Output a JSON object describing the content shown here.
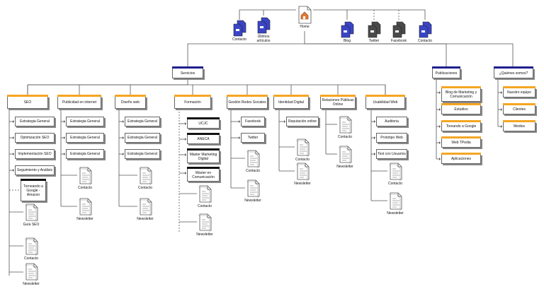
{
  "colors": {
    "orange": "#f5a623",
    "blue": "#1f1f8f",
    "black": "#111111",
    "pageBlue": "#3a45c6",
    "pageGray": "#4a4a4a",
    "line": "#555555"
  },
  "top": {
    "home": "Home",
    "contacto1": "Contacto",
    "ultimos": "Últimos artículos",
    "blog": "Blog",
    "twitter": "Twitter",
    "facebook": "Facebook",
    "contacto2": "Contacto"
  },
  "sections": {
    "servicios": "Servicios",
    "publicaciones": "Publicaciones",
    "quienes": "¿Quiénes somos?"
  },
  "columns": [
    {
      "title": "SEO",
      "items": [
        "Estrategia General",
        "Optimización SEO",
        "Implementación SEO",
        "Seguimiento y Análisis"
      ],
      "special": "Torneando a Google - Amazon",
      "docs": [
        "Guía SEO",
        "Contacto",
        "Newsletter"
      ]
    },
    {
      "title": "Publicidad en internet",
      "items": [
        "Estrategia General",
        "Estrategia General",
        "Estrategia General"
      ],
      "docs": [
        "Contacto",
        "Newsletter"
      ]
    },
    {
      "title": "Diseño web",
      "items": [
        "Estrategia General",
        "Estrategia General",
        "Estrategia General"
      ],
      "docs": [
        "Contacto",
        "Newsletter"
      ]
    },
    {
      "title": "Formación",
      "items": [
        "UCJC",
        "ANECA",
        "Máster Marketing Digital",
        "Máster en Comunicación"
      ],
      "docs": [
        "Contacto",
        "Newsletter"
      ]
    },
    {
      "title": "Gestión Redes Sociales",
      "items": [
        "Facebook",
        "Twitter"
      ],
      "docs": [
        "Contacto",
        "Newsletter"
      ]
    },
    {
      "title": "Identidad Digital",
      "items": [
        "Reputación online"
      ],
      "docs": [
        "Contacto",
        "Newsletter"
      ]
    },
    {
      "title": "Relaciones Públicas Online",
      "items": [],
      "docs": [
        "Contacto",
        "Newsletter"
      ]
    },
    {
      "title": "Usabilidad Web",
      "items": [
        "Auditoria",
        "Prototipo Web",
        "Test con Usuarios"
      ],
      "docs": [
        "Contacto",
        "Newsletter"
      ]
    }
  ],
  "publicaciones": [
    "Blog de Marketing y Comunicación",
    "Estudios",
    "Toreando a Google",
    "Web TPedia",
    "Aplicaciones"
  ],
  "quienes": [
    "Nuestro equipo",
    "Clientes",
    "Medios"
  ]
}
